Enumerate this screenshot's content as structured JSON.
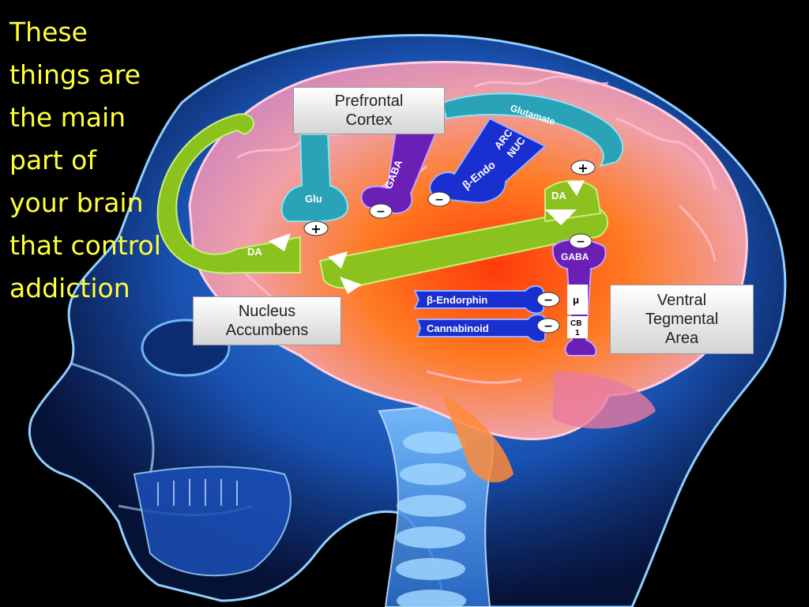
{
  "caption": {
    "lines": [
      "These",
      "things are",
      "the main",
      "part of",
      "your brain",
      "that control",
      "addiction"
    ]
  },
  "regions": {
    "prefrontal": [
      "Prefrontal",
      "Cortex"
    ],
    "nucleus": [
      "Nucleus",
      "Accumbens"
    ],
    "vta": [
      "Ventral",
      "Tegmental",
      "Area"
    ]
  },
  "pathway_labels": {
    "glutamate": "Glutamate",
    "glu": "Glu",
    "gaba_top": "GABA",
    "beta_endo": "β-Endo",
    "arc_nuc": [
      "ARC",
      "NUC"
    ],
    "da_right": "DA",
    "da_left": "DA",
    "gaba_vta": "GABA",
    "beta_endorphin": "β-Endorphin",
    "cannabinoid": "Cannabinoid",
    "mu": "μ",
    "cb1": [
      "CB",
      "1"
    ]
  },
  "signs": {
    "plus": "+",
    "minus": "−"
  },
  "colors": {
    "caption": "#ffff3b",
    "green_pathway": "#8cc21e",
    "teal_pathway": "#2aa3b8",
    "purple_pathway": "#6a1fb5",
    "blue_pathway": "#1a2fd0",
    "brain_orange": "#ff6a1a",
    "brain_pink": "#e98aa8",
    "skull_blue": "#2c7fd6"
  }
}
